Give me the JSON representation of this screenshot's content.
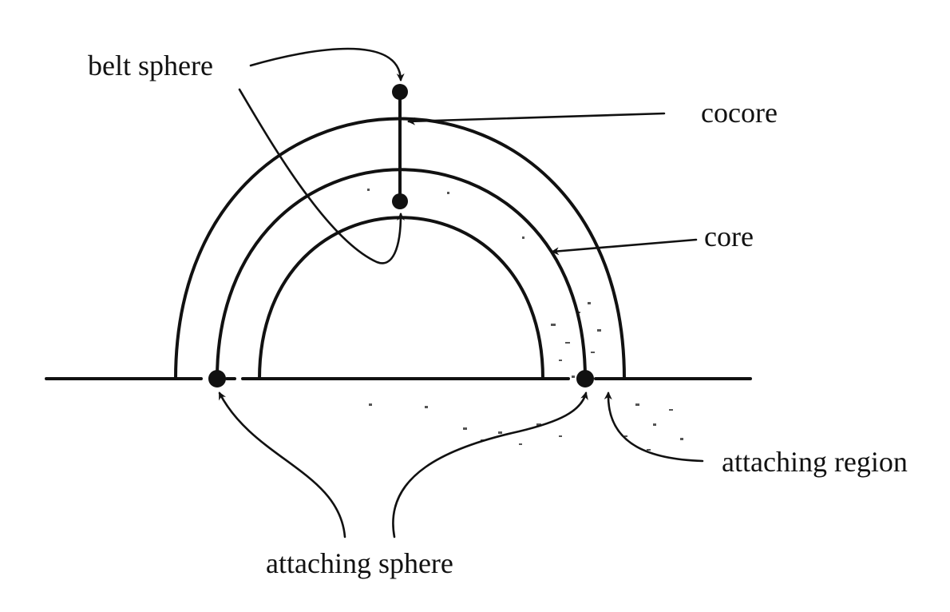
{
  "labels": {
    "belt_sphere": "belt sphere",
    "cocore": "cocore",
    "core": "core",
    "attaching_region": "attaching region",
    "attaching_sphere": "attaching sphere"
  }
}
